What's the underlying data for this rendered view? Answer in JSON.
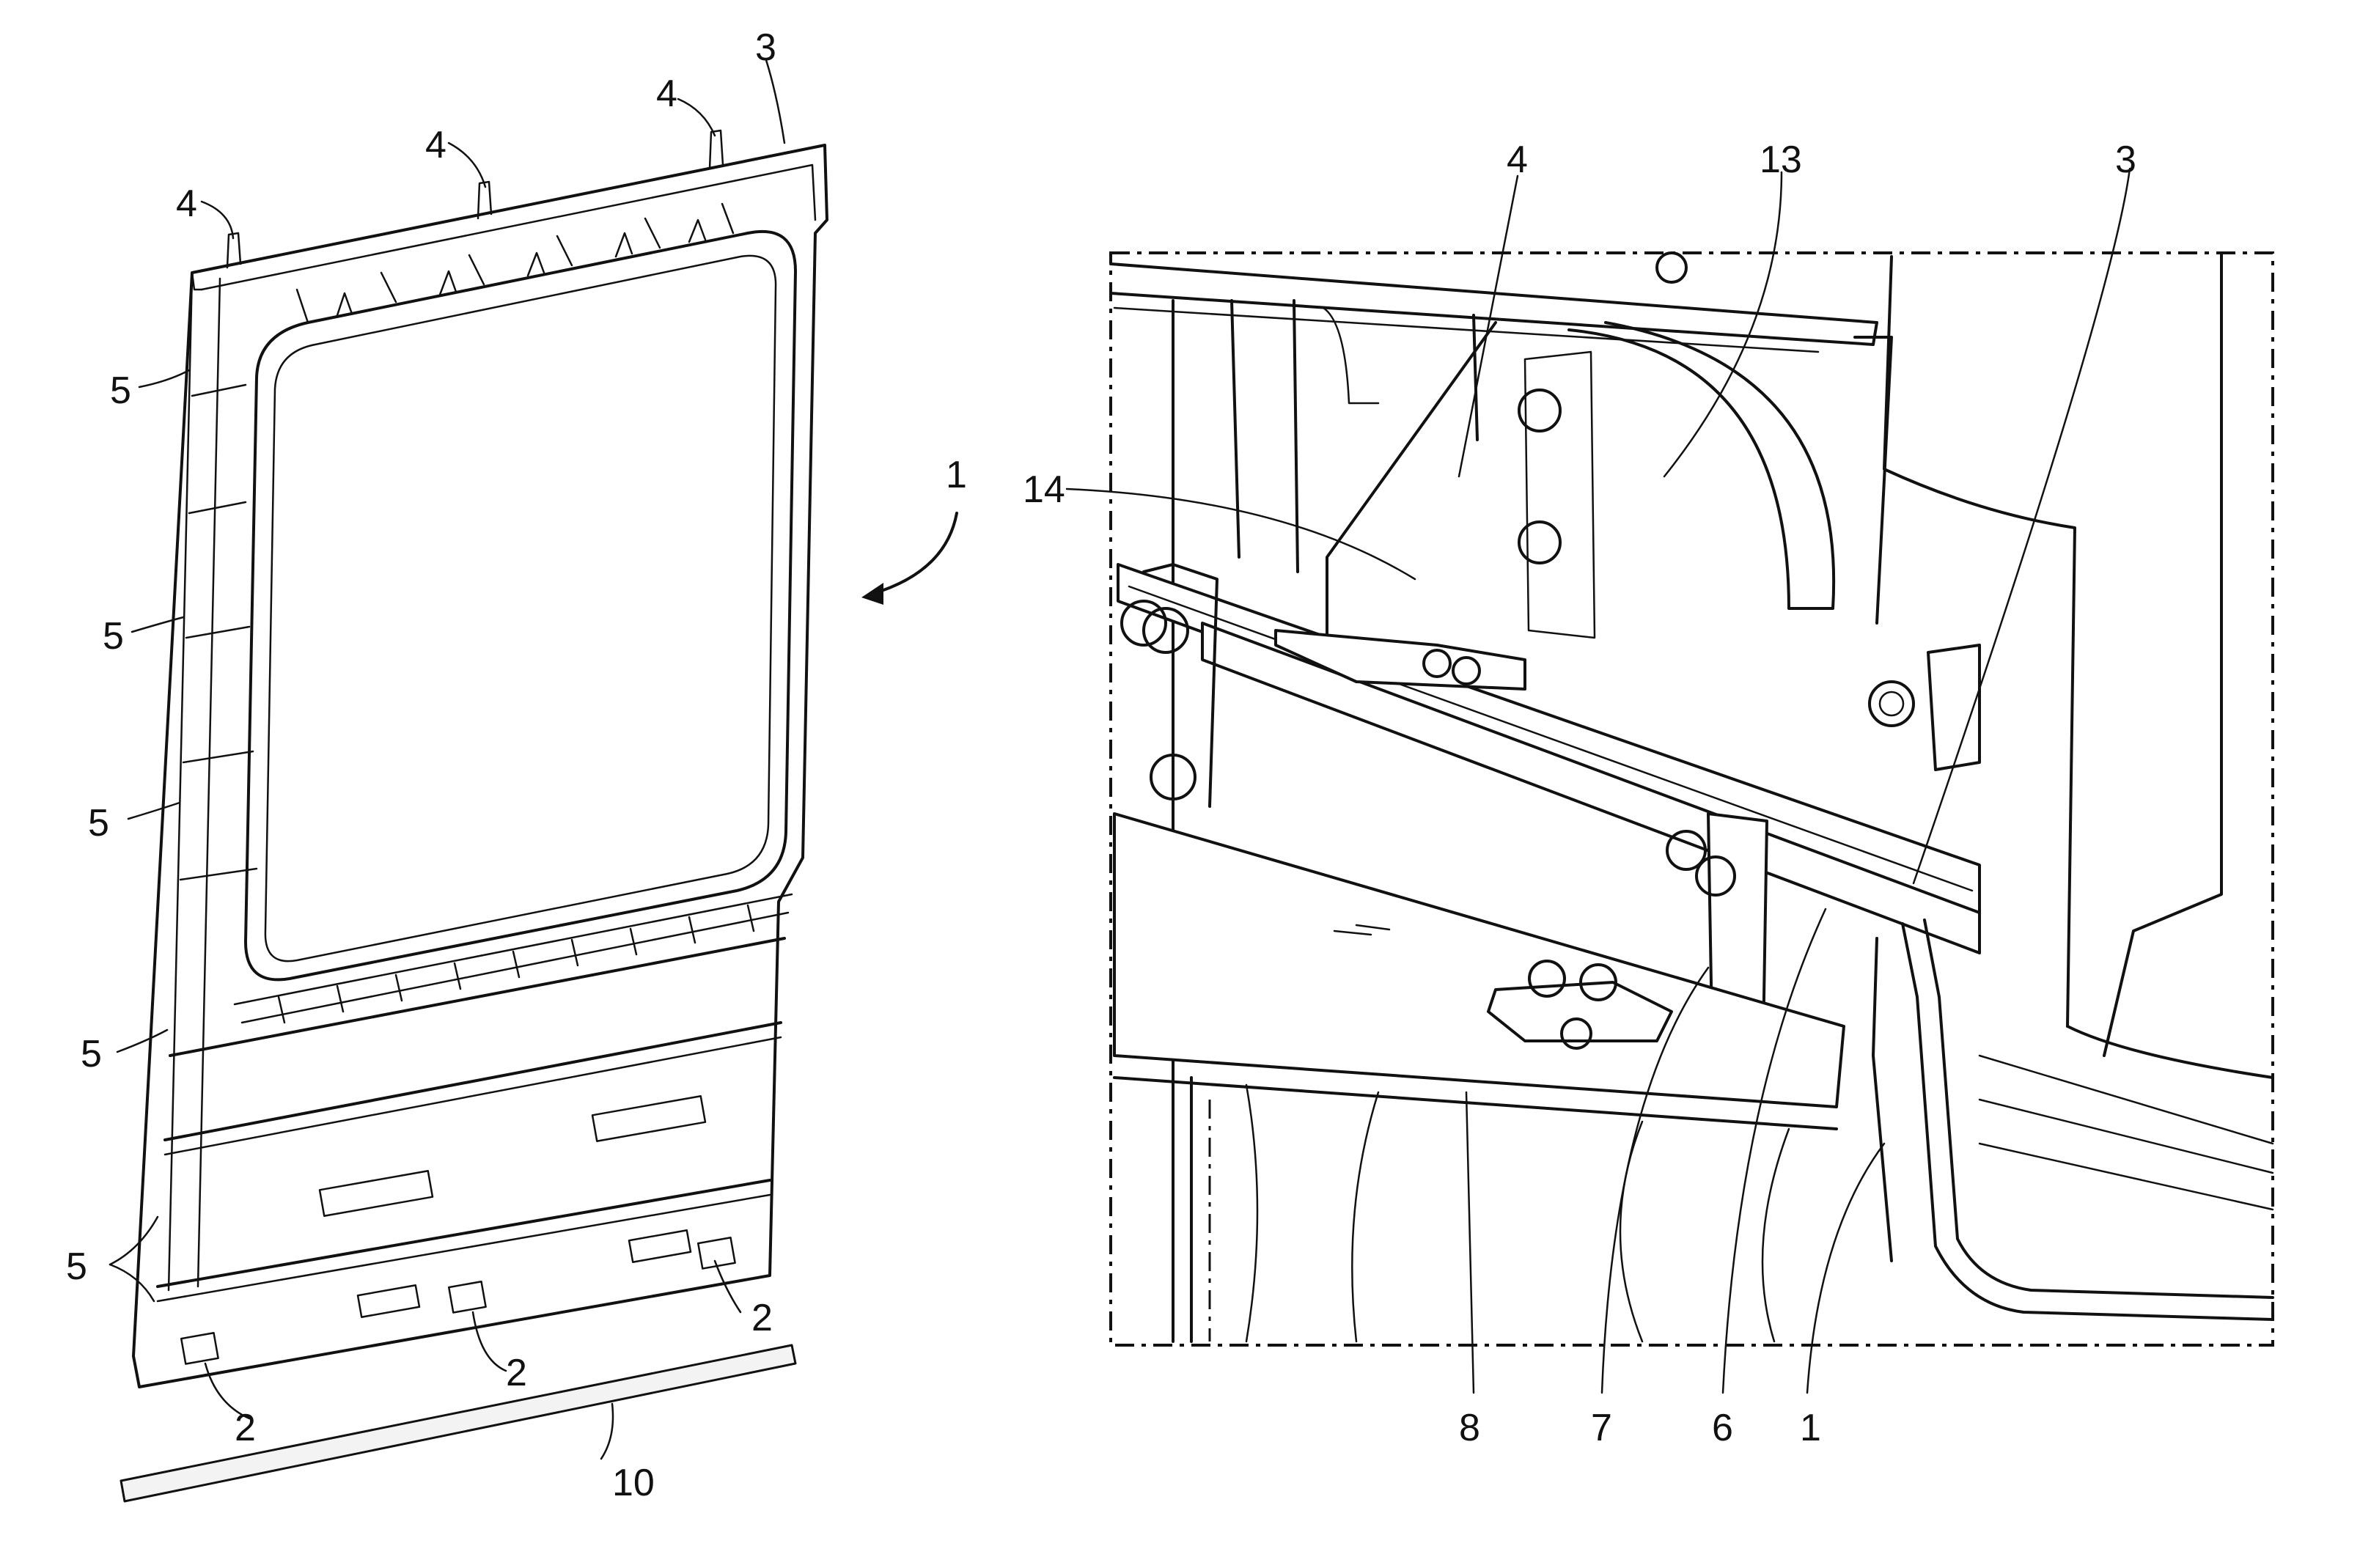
{
  "left_view": {
    "reference_numerals": {
      "assembly": "1",
      "tab_front_left": "2",
      "tab_front_mid": "2",
      "tab_front_right": "2",
      "top_edge": "3",
      "clip_1": "4",
      "clip_2": "4",
      "clip_3": "4",
      "side_1": "5",
      "side_2": "5",
      "side_3": "5",
      "side_4": "5",
      "side_5": "5",
      "strip": "10"
    }
  },
  "detail_view": {
    "reference_numerals": {
      "top_4": "4",
      "top_13": "13",
      "top_3": "3",
      "left_14": "14",
      "bottom_8": "8",
      "bottom_7": "7",
      "bottom_6": "6",
      "bottom_1": "1"
    }
  }
}
